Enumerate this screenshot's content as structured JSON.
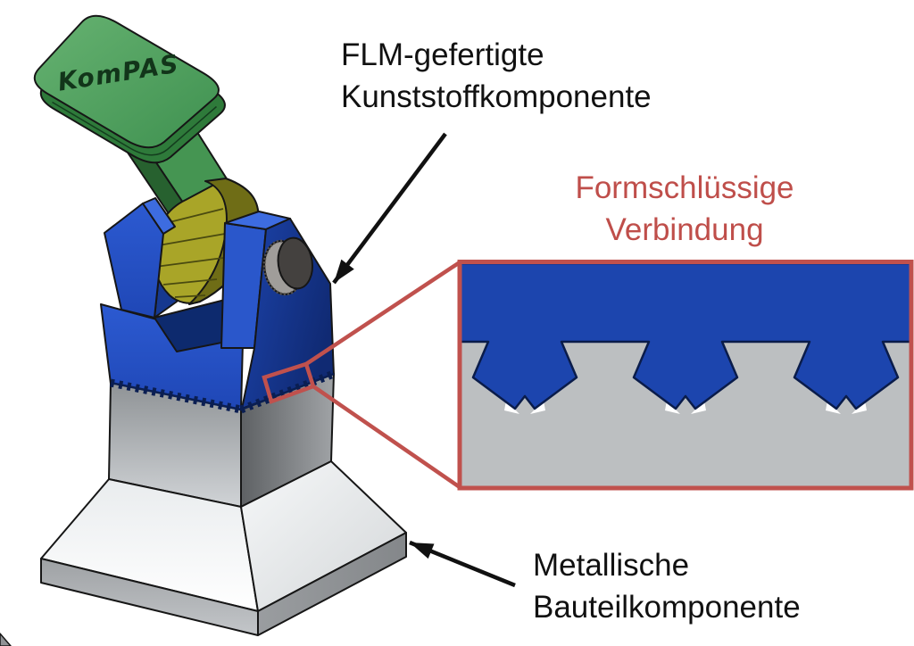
{
  "figure": {
    "labels": {
      "plastic": {
        "line1": "FLM-gefertigte",
        "line2": "Kunststoffkomponente"
      },
      "connection": {
        "line1": "Formschlüssige",
        "line2": "Verbindung"
      },
      "metal": {
        "line1": "Metallische",
        "line2": "Bauteilkomponente"
      },
      "engraving": "KomPAS"
    },
    "colors": {
      "accent_red": "#c0514d",
      "plastic_blue": "#1c45ae",
      "metal_gray": "#bcbfc1",
      "knob_green": "#4f9f5a",
      "joint_yellow": "#a9a528",
      "outline_black": "#161616"
    }
  }
}
